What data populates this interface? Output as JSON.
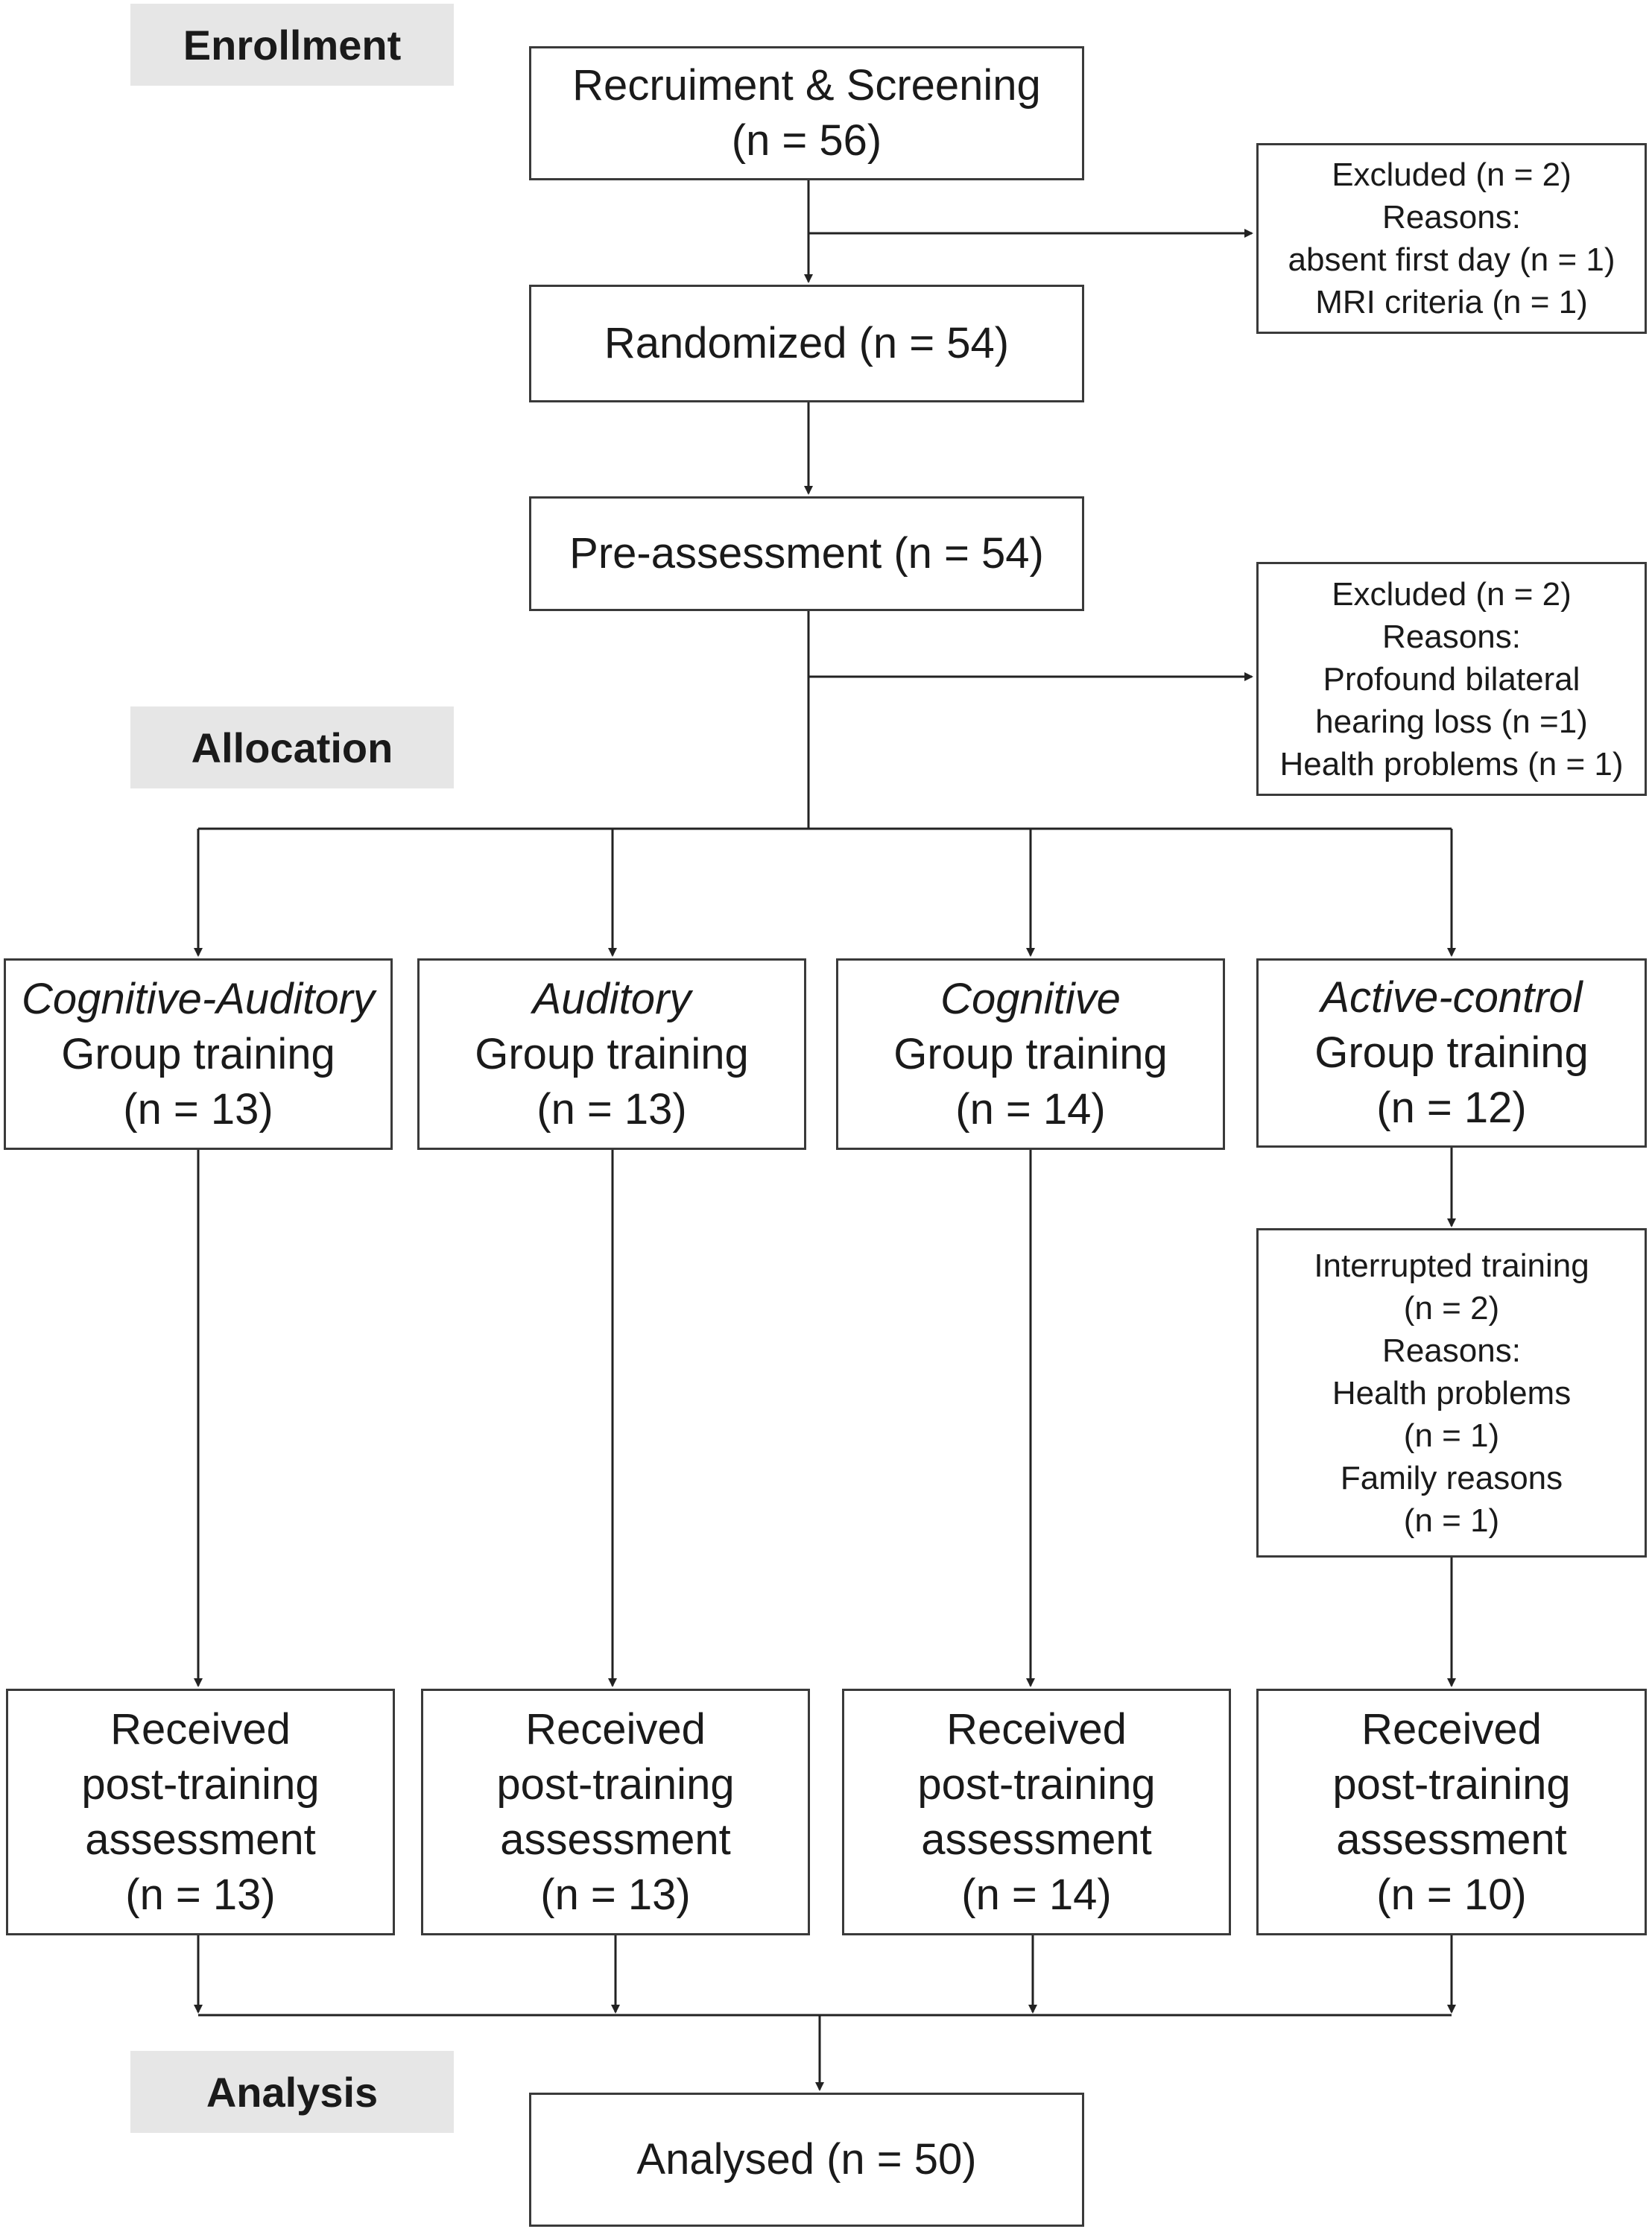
{
  "phases": {
    "enrollment": "Enrollment",
    "allocation": "Allocation",
    "analysis": "Analysis"
  },
  "recruitment": {
    "line1": "Recruiment & Screening",
    "line2": "(n = 56)"
  },
  "excluded_1": {
    "line1": "Excluded (n = 2)",
    "line2": "Reasons:",
    "line3": "absent first day (n = 1)",
    "line4": "MRI criteria (n = 1)"
  },
  "randomized": {
    "line1": "Randomized (n = 54)"
  },
  "pre_assessment": {
    "line1": "Pre-assessment (n = 54)"
  },
  "excluded_2": {
    "line1": "Excluded (n = 2)",
    "line2": "Reasons:",
    "line3": "Profound bilateral",
    "line4": "hearing loss (n =1)",
    "line5": "Health problems (n = 1)"
  },
  "groups": [
    {
      "name": "Cognitive-Auditory",
      "label": "Group training",
      "n": "(n = 13)"
    },
    {
      "name": "Auditory",
      "label": "Group training",
      "n": "(n = 13)"
    },
    {
      "name": "Cognitive",
      "label": "Group training",
      "n": "(n = 14)"
    },
    {
      "name": "Active-control",
      "label": "Group training",
      "n": "(n = 12)"
    }
  ],
  "interrupted": {
    "line1": "Interrupted training",
    "line2": "(n = 2)",
    "line3": "Reasons:",
    "line4": "Health problems",
    "line5": "(n = 1)",
    "line6": "Family reasons",
    "line7": "(n = 1)"
  },
  "post": [
    {
      "line1": "Received",
      "line2": "post-training",
      "line3": "assessment",
      "n": "(n = 13)"
    },
    {
      "line1": "Received",
      "line2": "post-training",
      "line3": "assessment",
      "n": "(n = 13)"
    },
    {
      "line1": "Received",
      "line2": "post-training",
      "line3": "assessment",
      "n": "(n = 14)"
    },
    {
      "line1": "Received",
      "line2": "post-training",
      "line3": "assessment",
      "n": "(n = 10)"
    }
  ],
  "analysed": {
    "line1": "Analysed (n = 50)"
  }
}
